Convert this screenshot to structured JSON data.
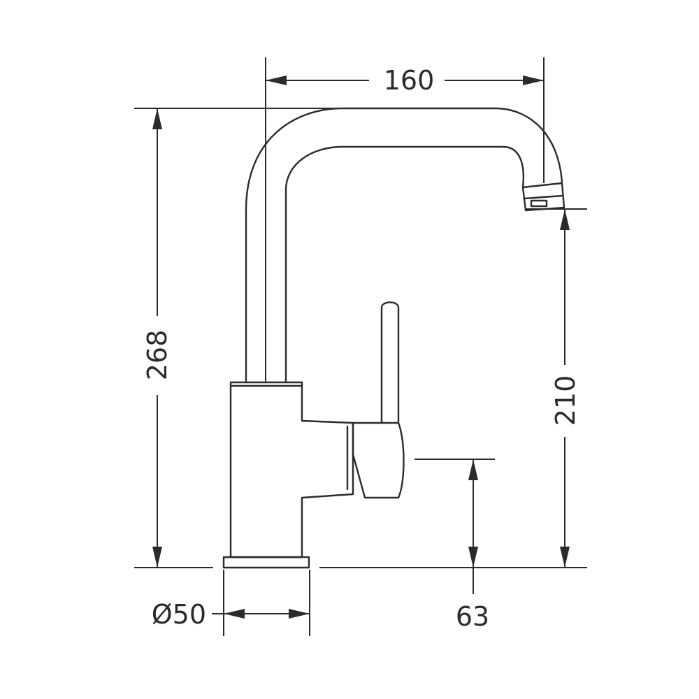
{
  "dimensions": {
    "spout_reach": "160",
    "total_height": "268",
    "outlet_height": "210",
    "lever_height": "63",
    "base_diameter": "Ø50"
  }
}
